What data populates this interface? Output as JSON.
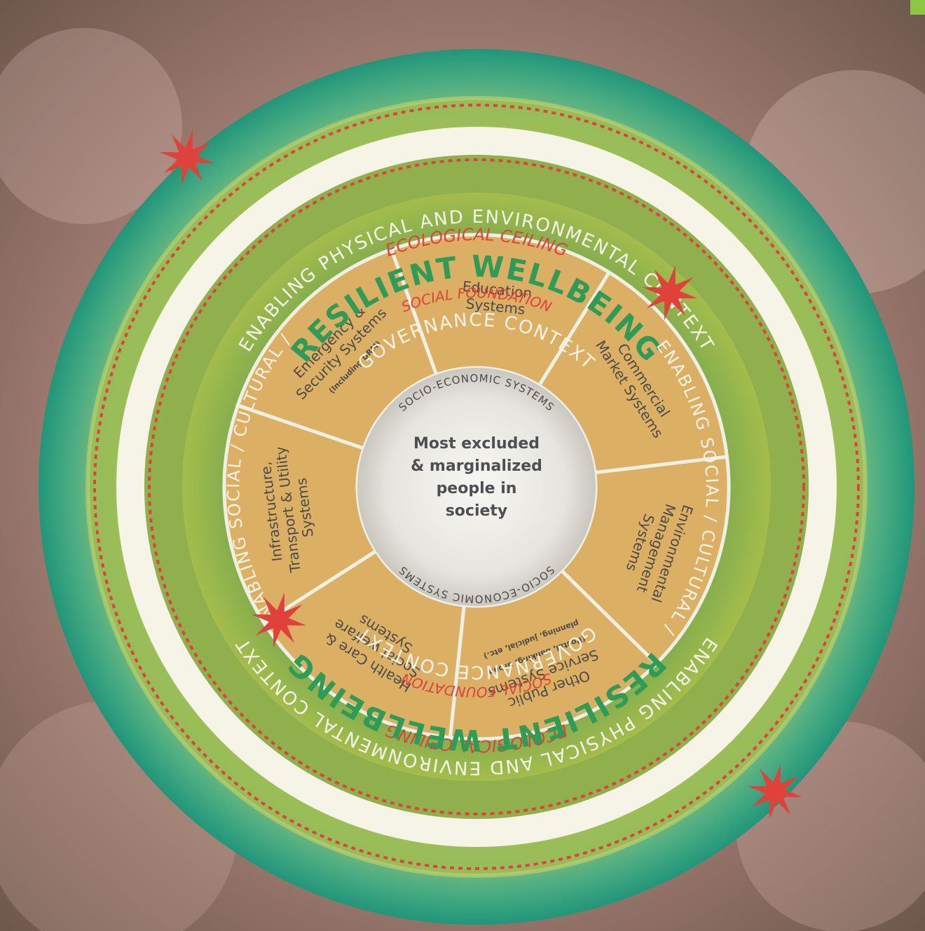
{
  "outer_ring": {
    "top": "ENABLING PHYSICAL AND ENVIRONMENTAL CONTEXT",
    "bottom": "ENABLING PHYSICAL AND ENVIRONMENTAL CONTEXT"
  },
  "ecological_ceiling": {
    "top": "ECOLOGICAL CEILING",
    "bottom": "ECOLOGICAL CEILING"
  },
  "wellbeing": {
    "top": "RESILIENT WELLBEING",
    "bottom": "RESILIENT WELLBEING"
  },
  "social_foundation": {
    "top": "SOCIAL FOUNDATION",
    "bottom": "SOCIAL FOUNDATION"
  },
  "context_ring": {
    "left": "ENABLING SOCIAL  /  CULTURAL  /",
    "top": "GOVERNANCE CONTEXT",
    "right": "ENABLING SOCIAL  /  CULTURAL  /",
    "bottom": "GOVERNANCE CONTEXT"
  },
  "systems": [
    {
      "lines": [
        "Education",
        "Systems"
      ],
      "small": []
    },
    {
      "lines": [
        "Commercial",
        "Market Systems"
      ],
      "small": []
    },
    {
      "lines": [
        "Environmental",
        "Management",
        "Systems"
      ],
      "small": []
    },
    {
      "lines": [
        "Other Public",
        "Service Systems"
      ],
      "small": [
        "(Postal, banking, urban",
        "planning, judicial, etc.)"
      ]
    },
    {
      "lines": [
        "Health Care &",
        "Social welfare",
        "Systems"
      ],
      "small": []
    },
    {
      "lines": [
        "Infrastructure,",
        "Transport & Utility",
        "Systems"
      ],
      "small": []
    },
    {
      "lines": [
        "Emergency &",
        "Security Systems"
      ],
      "small": [
        "(Including DRM)"
      ]
    }
  ],
  "socio_economic": {
    "top": "SOCIO-ECONOMIC SYSTEMS",
    "bottom": "SOCIO-ECONOMIC SYSTEMS"
  },
  "center": {
    "lines": [
      "Most excluded",
      "& marginalized",
      "people in",
      "society"
    ]
  },
  "colors": {
    "outer_teal": "#2e9c7d",
    "wellbeing_band": "#f6f4e6",
    "inner_green": "#7ea84a",
    "segment": "#dcb064",
    "green_text": "#2d9c57",
    "red": "#e0413a"
  }
}
